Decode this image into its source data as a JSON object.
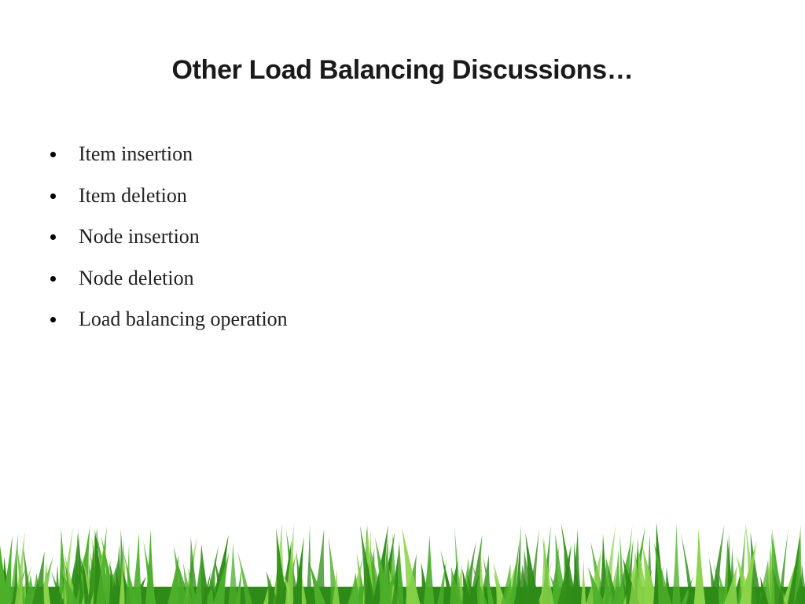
{
  "slide": {
    "title": "Other Load Balancing Discussions…",
    "bullets": [
      "Item insertion",
      "Item deletion",
      "Node insertion",
      "Node deletion",
      "Load balancing operation"
    ]
  },
  "decoration": {
    "grass_icon": "grass-border-icon",
    "colors": {
      "grass_dark": "#2e8b17",
      "grass_mid": "#4caf2a",
      "grass_light": "#8bd44a"
    }
  }
}
